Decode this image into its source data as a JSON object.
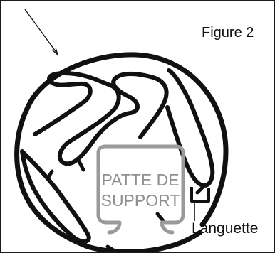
{
  "figure": {
    "title": "Figure 2",
    "bracket_label_line1": "PATTE DE",
    "bracket_label_line2": "SUPPORT",
    "tab_label": "Languette"
  },
  "colors": {
    "ink": "#111111",
    "bracket": "#9a9a9a",
    "bracket_text": "#8f8f8f",
    "background": "#ffffff"
  }
}
